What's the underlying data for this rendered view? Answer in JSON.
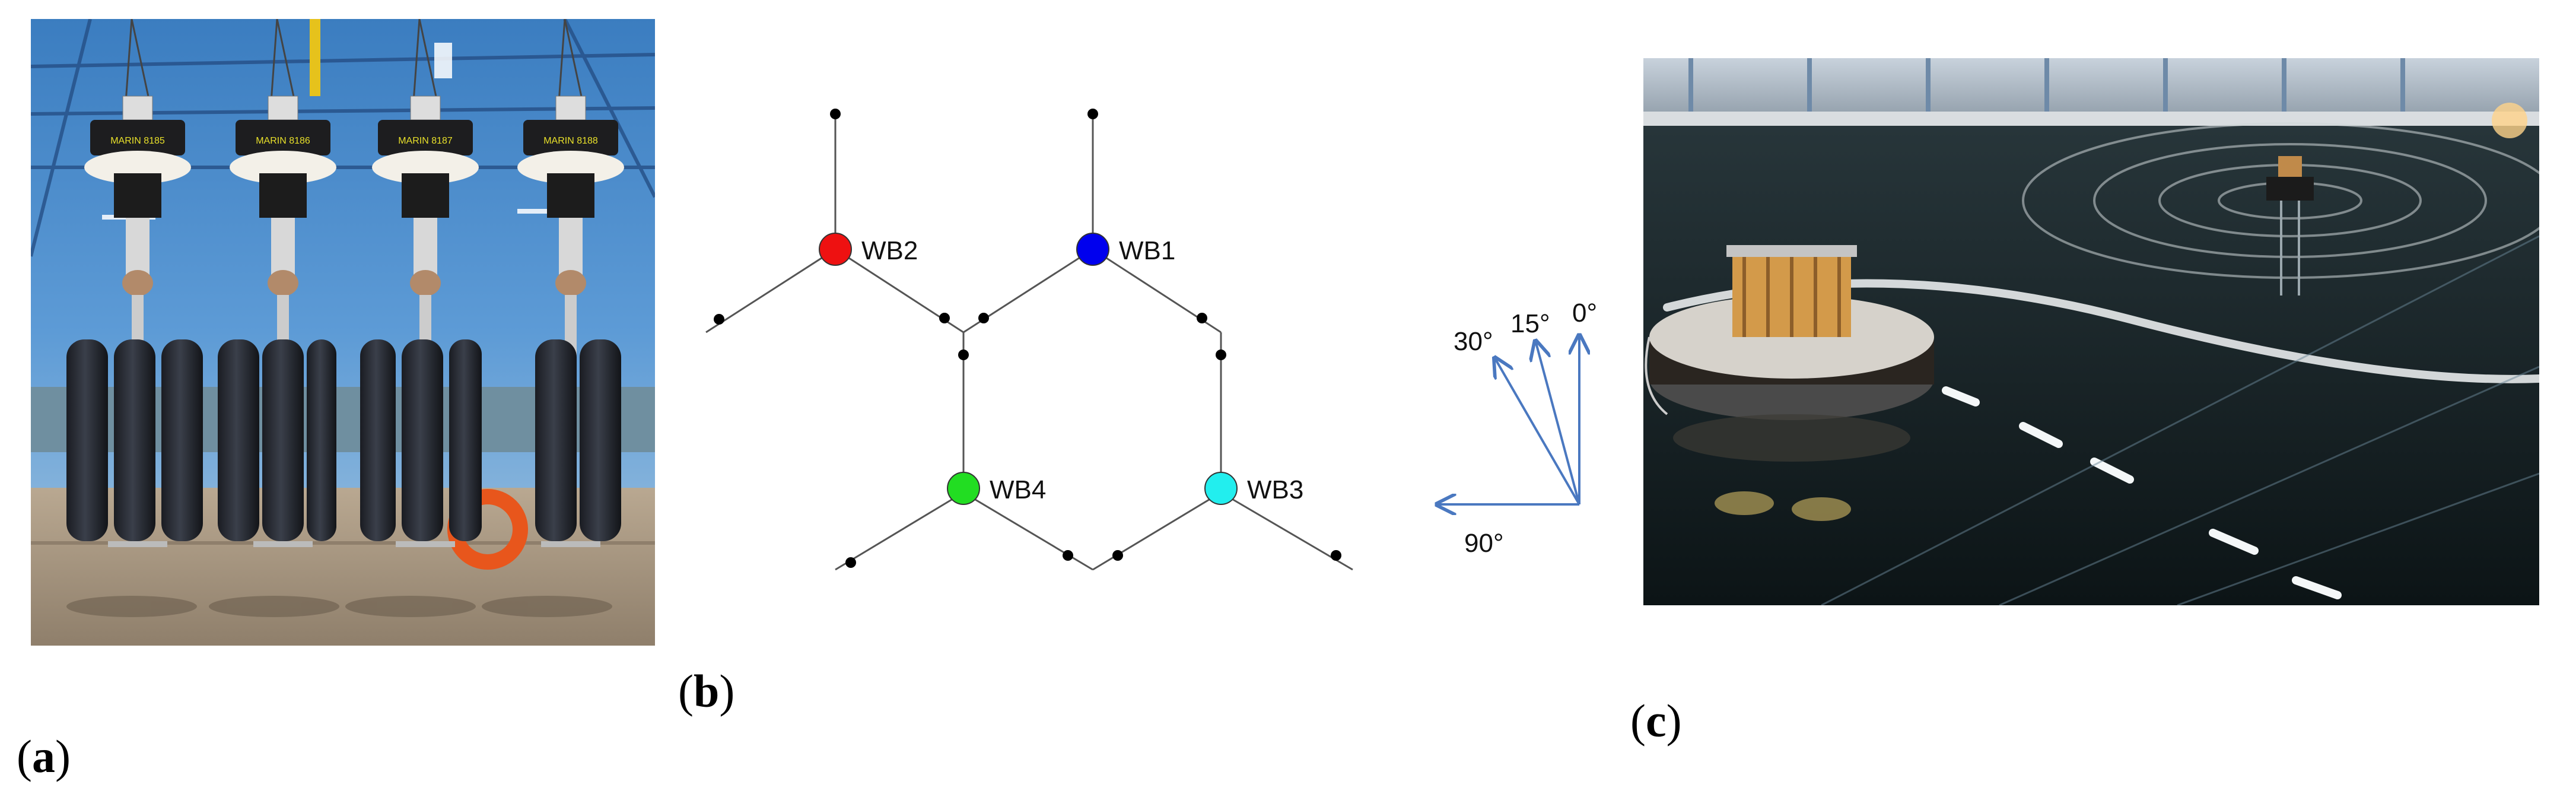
{
  "panels": [
    {
      "letter": "a",
      "prefix": "(",
      "suffix": ")"
    },
    {
      "letter": "b",
      "prefix": "(",
      "suffix": ")"
    },
    {
      "letter": "c",
      "prefix": "(",
      "suffix": ")"
    }
  ],
  "diagram": {
    "buoys": [
      {
        "label": "WB1",
        "color": "#0000ee"
      },
      {
        "label": "WB2",
        "color": "#ee1111"
      },
      {
        "label": "WB3",
        "color": "#22eeee"
      },
      {
        "label": "WB4",
        "color": "#22dd22"
      }
    ],
    "directions": [
      {
        "label": "0°",
        "angle_deg": 0
      },
      {
        "label": "15°",
        "angle_deg": 15
      },
      {
        "label": "30°",
        "angle_deg": 30
      },
      {
        "label": "90°",
        "angle_deg": 90
      }
    ],
    "arrow_color": "#4a78c0"
  },
  "photo_a": {
    "device_labels": [
      "MARIN 8185",
      "MARIN 8186",
      "MARIN 8187",
      "MARIN 8188"
    ]
  }
}
